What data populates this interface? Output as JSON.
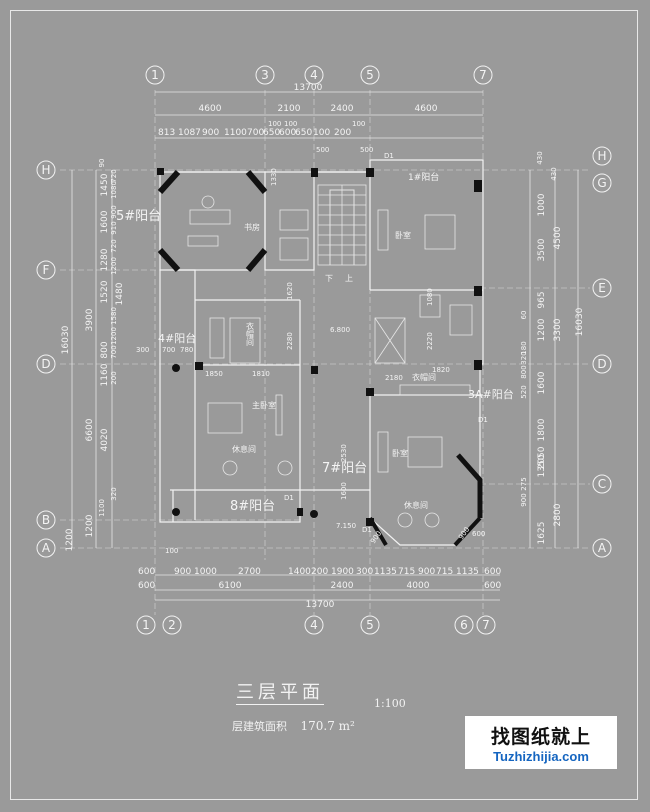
{
  "plan": {
    "title": "三层平面",
    "scale": "1:100",
    "area_label": "层建筑面积",
    "area_value": "170.7 m²"
  },
  "watermark": {
    "main": "找图纸就上",
    "url": "Tuzhizhijia.com"
  },
  "axes": {
    "top": [
      "1",
      "3",
      "4",
      "5",
      "7"
    ],
    "bottom": [
      "1",
      "2",
      "4",
      "5",
      "6",
      "7"
    ],
    "left": [
      "H",
      "F",
      "D",
      "B",
      "A"
    ],
    "right": [
      "H",
      "G",
      "E",
      "D",
      "C",
      "A"
    ]
  },
  "dims": {
    "top_total": "13700",
    "top_main": [
      "4600",
      "2100",
      "2400",
      "4600"
    ],
    "top_small": [
      "100",
      "100",
      "100"
    ],
    "top_detail": [
      "813",
      "1087",
      "900",
      "1100",
      "700",
      "650",
      "600",
      "650",
      "100",
      "200"
    ],
    "top_500": [
      "500",
      "500"
    ],
    "bottom_total": "13700",
    "bottom_main": [
      "6100",
      "2400",
      "4000"
    ],
    "bottom_600": [
      "600",
      "600",
      "600",
      "600"
    ],
    "bottom_detail": [
      "900",
      "1000",
      "2700",
      "1400",
      "200",
      "1900",
      "300",
      "1135",
      "715",
      "900",
      "715",
      "1135"
    ],
    "bottom_100": "100",
    "left_total": "16030",
    "left_main": [
      "3900",
      "6600",
      "1200",
      "1200"
    ],
    "left_mid": [
      "1450",
      "1600",
      "1280",
      "1520",
      "1480",
      "800",
      "1160",
      "4020"
    ],
    "left_inner": [
      "90",
      "720",
      "1080",
      "900",
      "910",
      "720",
      "1200",
      "1580",
      "1200",
      "700",
      "200",
      "320",
      "1100"
    ],
    "right_total": "16030",
    "right_main": [
      "4500",
      "3300"
    ],
    "right_mid": [
      "430",
      "1000",
      "3500",
      "965",
      "1200",
      "1600",
      "1800",
      "2050",
      "1350",
      "2800",
      "1625"
    ],
    "right_inner": [
      "430",
      "60",
      "180",
      "320",
      "800",
      "520",
      "275",
      "900"
    ]
  },
  "rooms": {
    "study": "书房",
    "bedroom_right_top": "卧室",
    "master_bedroom": "主卧室",
    "leisure_left": "休息间",
    "bedroom_right_bottom": "卧室",
    "leisure_right": "休息间",
    "closet_left": "衣帽间",
    "closet_right": "衣帽间",
    "stair_up": "上",
    "stair_down": "下"
  },
  "balconies": {
    "b1": "1#阳台",
    "b3": "3A#阳台",
    "b4": "4#阳台",
    "b5": "5#阳台",
    "b7": "7#阳台",
    "b8": "8#阳台"
  },
  "labels": {
    "elev1": "6.800",
    "elev2": "7.150",
    "d1a": "D1",
    "d1b": "D1",
    "d1c": "D1",
    "d1d": "D1",
    "dim_1330": "1330",
    "dim_1620": "1620",
    "dim_2280": "2280",
    "dim_1850": "1850",
    "dim_1810": "1810",
    "dim_2180": "2180",
    "dim_1820": "1820",
    "dim_1080": "1080",
    "dim_2220": "2220",
    "dim_2530": "2530",
    "dim_1600": "1600",
    "dim_300": "300",
    "dim_700": "700",
    "dim_780": "780",
    "dim_900a": "900",
    "dim_900b": "900",
    "dim_600": "600"
  },
  "colors": {
    "background": "#9a9a9a",
    "linework": "#f2f2f2",
    "walls": "#111111",
    "watermark_text": "#111111",
    "watermark_url": "#1565c0"
  }
}
